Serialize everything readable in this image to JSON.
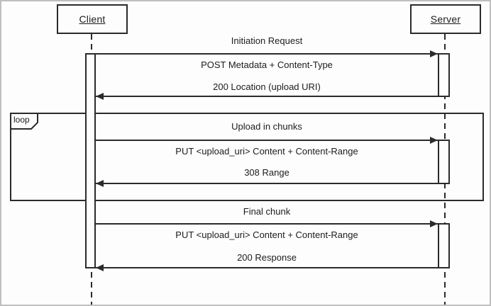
{
  "actors": [
    {
      "name": "Client"
    },
    {
      "name": "Server"
    }
  ],
  "fragment": {
    "operator": "loop"
  },
  "sections": [
    {
      "title": "Initiation Request",
      "request": "POST Metadata + Content-Type",
      "response": "200 Location (upload URI)"
    },
    {
      "title": "Upload in chunks",
      "request": "PUT <upload_uri> Content + Content-Range",
      "response": "308 Range"
    },
    {
      "title": "Final chunk",
      "request": "PUT <upload_uri> Content + Content-Range",
      "response": "200 Response"
    }
  ],
  "colors": {
    "line": "#2b2b2b",
    "frame_border": "#bfbfbf",
    "background": "#fdfdfd"
  }
}
